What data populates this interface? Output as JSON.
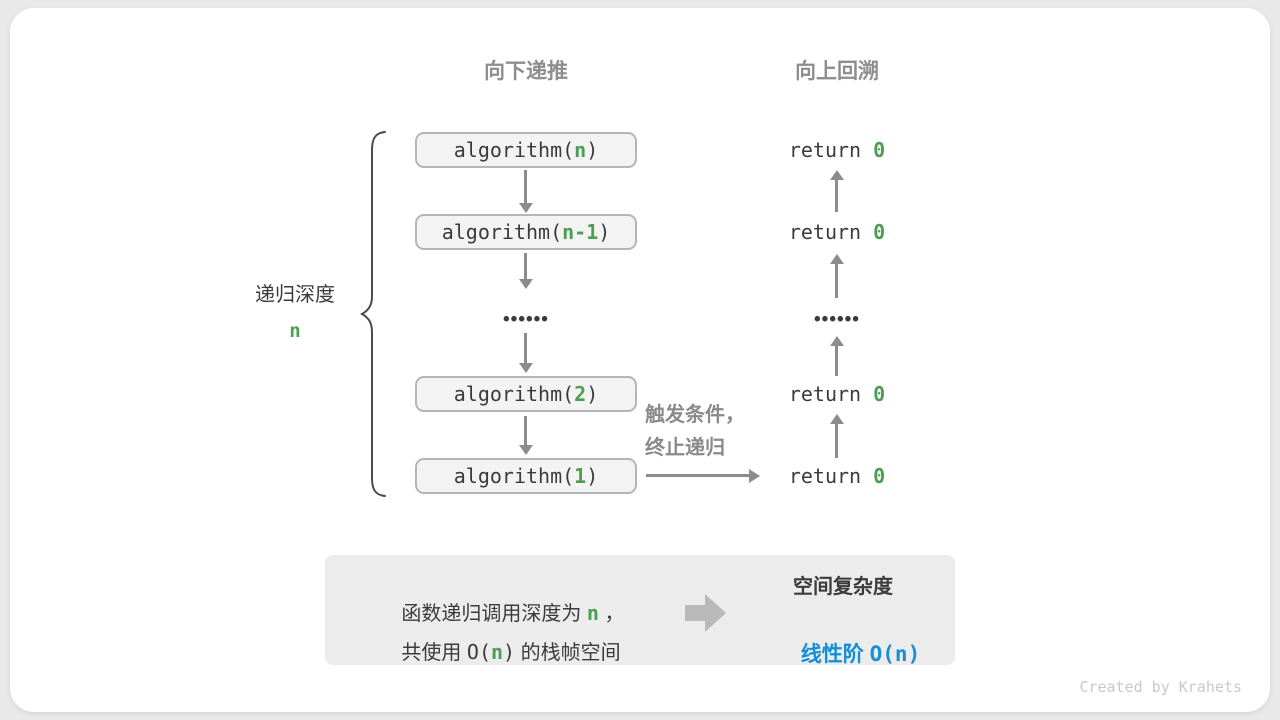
{
  "headers": {
    "down": "向下递推",
    "up": "向上回溯"
  },
  "depth": {
    "label": "递归深度",
    "value": "n"
  },
  "calls": [
    {
      "pre": "algorithm(",
      "arg": "n",
      "post": ")"
    },
    {
      "pre": "algorithm(",
      "arg": "n-1",
      "post": ")"
    },
    {
      "pre": "algorithm(",
      "arg": "2",
      "post": ")"
    },
    {
      "pre": "algorithm(",
      "arg": "1",
      "post": ")"
    }
  ],
  "returns": [
    {
      "pre": "return ",
      "val": "0"
    },
    {
      "pre": "return ",
      "val": "0"
    },
    {
      "pre": "return ",
      "val": "0"
    },
    {
      "pre": "return ",
      "val": "0"
    }
  ],
  "ellipsis": "••••••",
  "trigger": {
    "line1": "触发条件，",
    "line2": "终止递归"
  },
  "summary": {
    "line1_pre": "函数递归调用深度为 ",
    "line1_var": "n",
    "line1_post": " ，",
    "line2_pre": "共使用 ",
    "line2_code_open": "O(",
    "line2_var": "n",
    "line2_code_close": ")",
    "line2_post": " 的栈帧空间",
    "result_title": "空间复杂度",
    "result_label": "线性阶 ",
    "result_code": "O(n)"
  },
  "watermark": "Created by Krahets",
  "colors": {
    "green": "#4d9e52",
    "blue": "#148fd6",
    "gray_text": "#8a8a8a",
    "dark_text": "#3b3b3b",
    "arrow": "#8c8c8c",
    "box_bg": "#f3f3f3",
    "box_border": "#b5b5b5",
    "summary_bg": "#ececec",
    "page_bg": "#e9e9e9",
    "card_bg": "#ffffff"
  }
}
